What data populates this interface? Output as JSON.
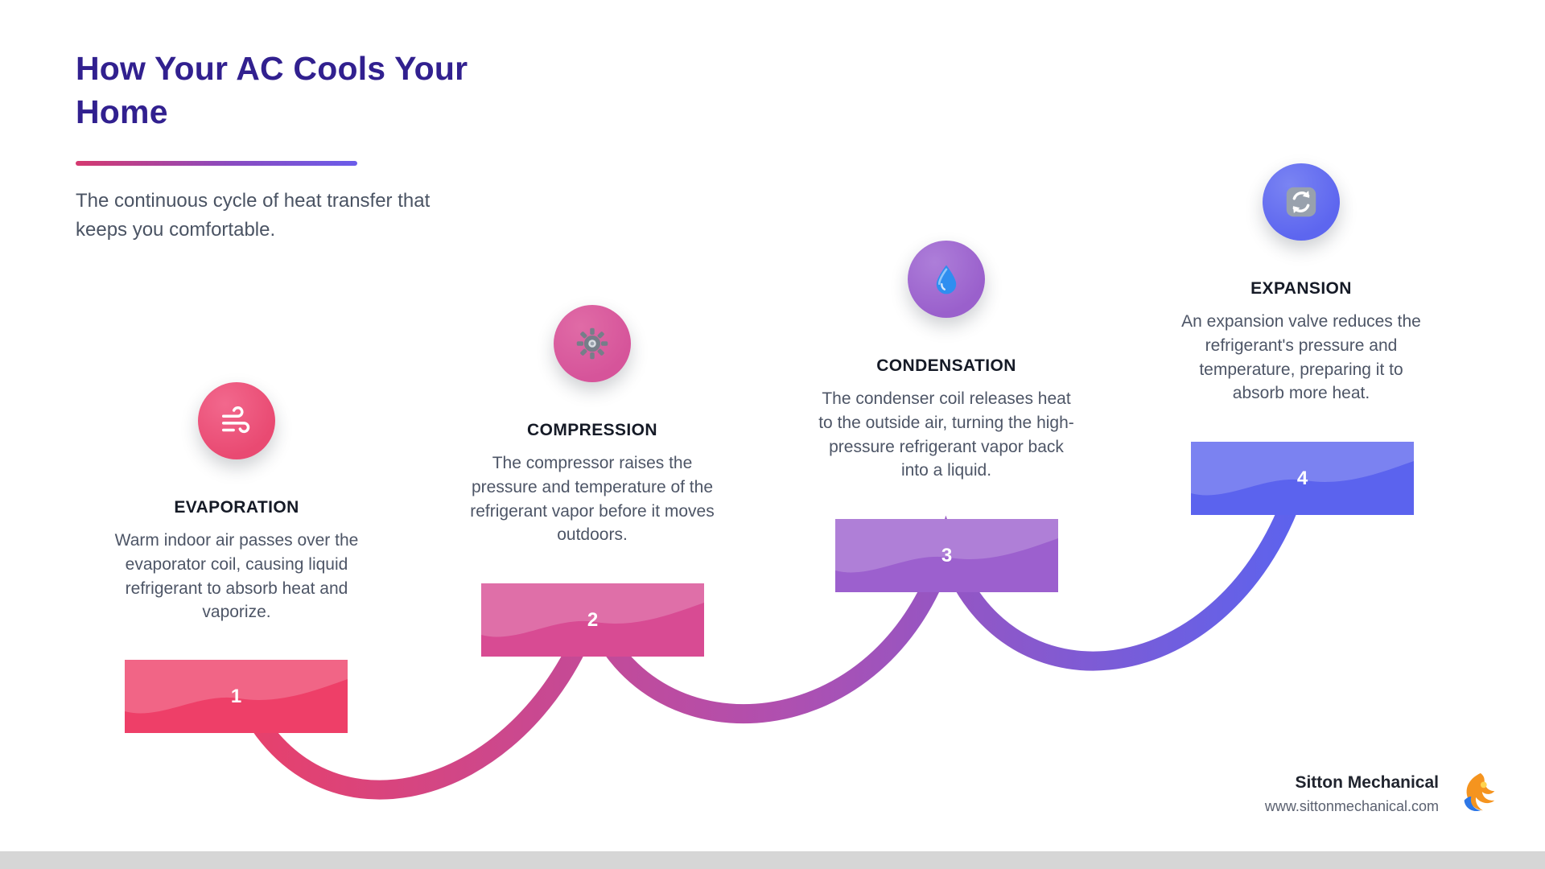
{
  "header": {
    "title": "How Your AC Cools Your Home",
    "subtitle": "The continuous cycle of heat transfer that keeps you comfortable."
  },
  "steps": [
    {
      "number": "1",
      "title": "EVAPORATION",
      "description": "Warm indoor air passes over the evaporator coil, causing liquid refrigerant to absorb heat and vaporize.",
      "icon": "wind-icon",
      "color": "#ee3f68"
    },
    {
      "number": "2",
      "title": "COMPRESSION",
      "description": "The compressor raises the pressure and temperature of the refrigerant vapor before it moves outdoors.",
      "icon": "gear-icon",
      "color": "#d84b93"
    },
    {
      "number": "3",
      "title": "CONDENSATION",
      "description": "The condenser coil releases heat to the outside air, turning the high-pressure refrigerant vapor back into a liquid.",
      "icon": "droplet-icon",
      "color": "#9c60ce"
    },
    {
      "number": "4",
      "title": "EXPANSION",
      "description": "An expansion valve reduces the refrigerant's pressure and temperature, preparing it to absorb more heat.",
      "icon": "refresh-icon",
      "color": "#5b63ee"
    }
  ],
  "footer": {
    "company": "Sitton Mechanical",
    "website": "www.sittonmechanical.com"
  },
  "colors": {
    "title": "#31208f",
    "accent_gradient_start": "#d5396f",
    "accent_gradient_end": "#6b5cea",
    "connector_start": "#e8406a",
    "connector_mid": "#b14fae",
    "connector_end": "#5c63ee"
  }
}
